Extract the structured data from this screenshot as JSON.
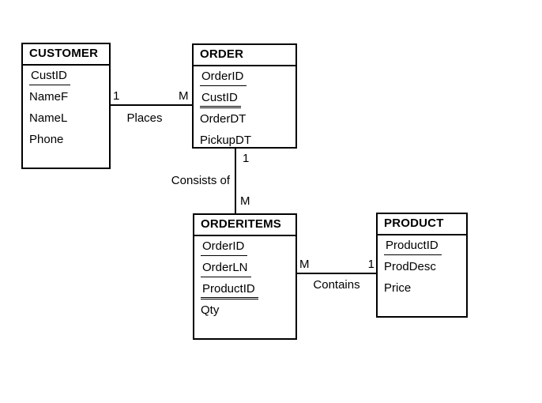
{
  "diagram": {
    "type": "entity-relationship",
    "colors": {
      "line": "#000000",
      "background": "#ffffff",
      "text": "#000000"
    },
    "entities": [
      {
        "name": "CUSTOMER",
        "attributes": [
          {
            "label": "CustID",
            "key": "primary"
          },
          {
            "label": "NameF",
            "key": ""
          },
          {
            "label": "NameL",
            "key": ""
          },
          {
            "label": "Phone",
            "key": ""
          }
        ]
      },
      {
        "name": "ORDER",
        "attributes": [
          {
            "label": "OrderID",
            "key": "primary"
          },
          {
            "label": "CustID",
            "key": "foreign"
          },
          {
            "label": "OrderDT",
            "key": ""
          },
          {
            "label": "PickupDT",
            "key": ""
          }
        ]
      },
      {
        "name": "ORDERITEMS",
        "attributes": [
          {
            "label": "OrderID",
            "key": "primary"
          },
          {
            "label": "OrderLN",
            "key": "primary"
          },
          {
            "label": "ProductID",
            "key": "foreign"
          },
          {
            "label": "Qty",
            "key": ""
          }
        ]
      },
      {
        "name": "PRODUCT",
        "attributes": [
          {
            "label": "ProductID",
            "key": "primary"
          },
          {
            "label": "ProdDesc",
            "key": ""
          },
          {
            "label": "Price",
            "key": ""
          }
        ]
      }
    ],
    "relationships": [
      {
        "label": "Places",
        "between": "CUSTOMER-ORDER",
        "card_customer": "1",
        "card_order": "M"
      },
      {
        "label": "Consists of",
        "between": "ORDER-ORDERITEMS",
        "card_order": "1",
        "card_orderitems": "M"
      },
      {
        "label": "Contains",
        "between": "ORDERITEMS-PRODUCT",
        "card_orderitems": "M",
        "card_product": "1"
      }
    ]
  }
}
